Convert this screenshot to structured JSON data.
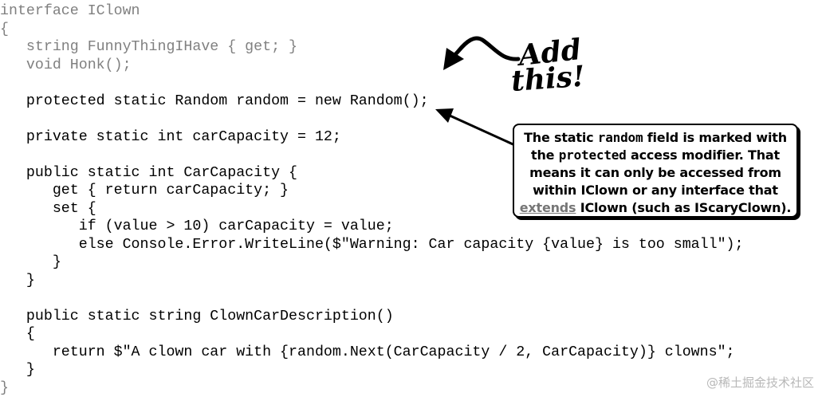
{
  "code_lines": [
    {
      "text": "interface IClown",
      "color": "#808080"
    },
    {
      "text": "{",
      "color": "#808080"
    },
    {
      "text": "   string FunnyThingIHave { get; }",
      "color": "#808080"
    },
    {
      "text": "   void Honk();",
      "color": "#808080"
    },
    {
      "text": "",
      "color": "#000000"
    },
    {
      "text": "   protected static Random random = new Random();",
      "color": "#000000"
    },
    {
      "text": "",
      "color": "#000000"
    },
    {
      "text": "   private static int carCapacity = 12;",
      "color": "#000000"
    },
    {
      "text": "",
      "color": "#000000"
    },
    {
      "text": "   public static int CarCapacity {",
      "color": "#000000"
    },
    {
      "text": "      get { return carCapacity; }",
      "color": "#000000"
    },
    {
      "text": "      set {",
      "color": "#000000"
    },
    {
      "text": "         if (value > 10) carCapacity = value;",
      "color": "#000000"
    },
    {
      "text": "         else Console.Error.WriteLine($\"Warning: Car capacity {value} is too small\");",
      "color": "#000000"
    },
    {
      "text": "      }",
      "color": "#000000"
    },
    {
      "text": "   }",
      "color": "#000000"
    },
    {
      "text": "",
      "color": "#000000"
    },
    {
      "text": "   public static string ClownCarDescription()",
      "color": "#000000"
    },
    {
      "text": "   {",
      "color": "#000000"
    },
    {
      "text": "      return $\"A clown car with {random.Next(CarCapacity / 2, CarCapacity)} clowns\";",
      "color": "#000000"
    },
    {
      "text": "   }",
      "color": "#000000"
    },
    {
      "text": "}",
      "color": "#808080"
    }
  ],
  "annotation": {
    "line1": "Add",
    "line2": "this!"
  },
  "callout": {
    "p1": "The static ",
    "random": "random",
    "p2": " field is marked with",
    "p3": "the ",
    "protected": "protected",
    "p4": " access modifier. That",
    "p5": "means it can only be accessed from",
    "p6": "within IClown or any interface that",
    "extends": "extends",
    "p7": " IClown (such as IScaryClown)."
  },
  "watermark": "@稀土掘金技术社区"
}
